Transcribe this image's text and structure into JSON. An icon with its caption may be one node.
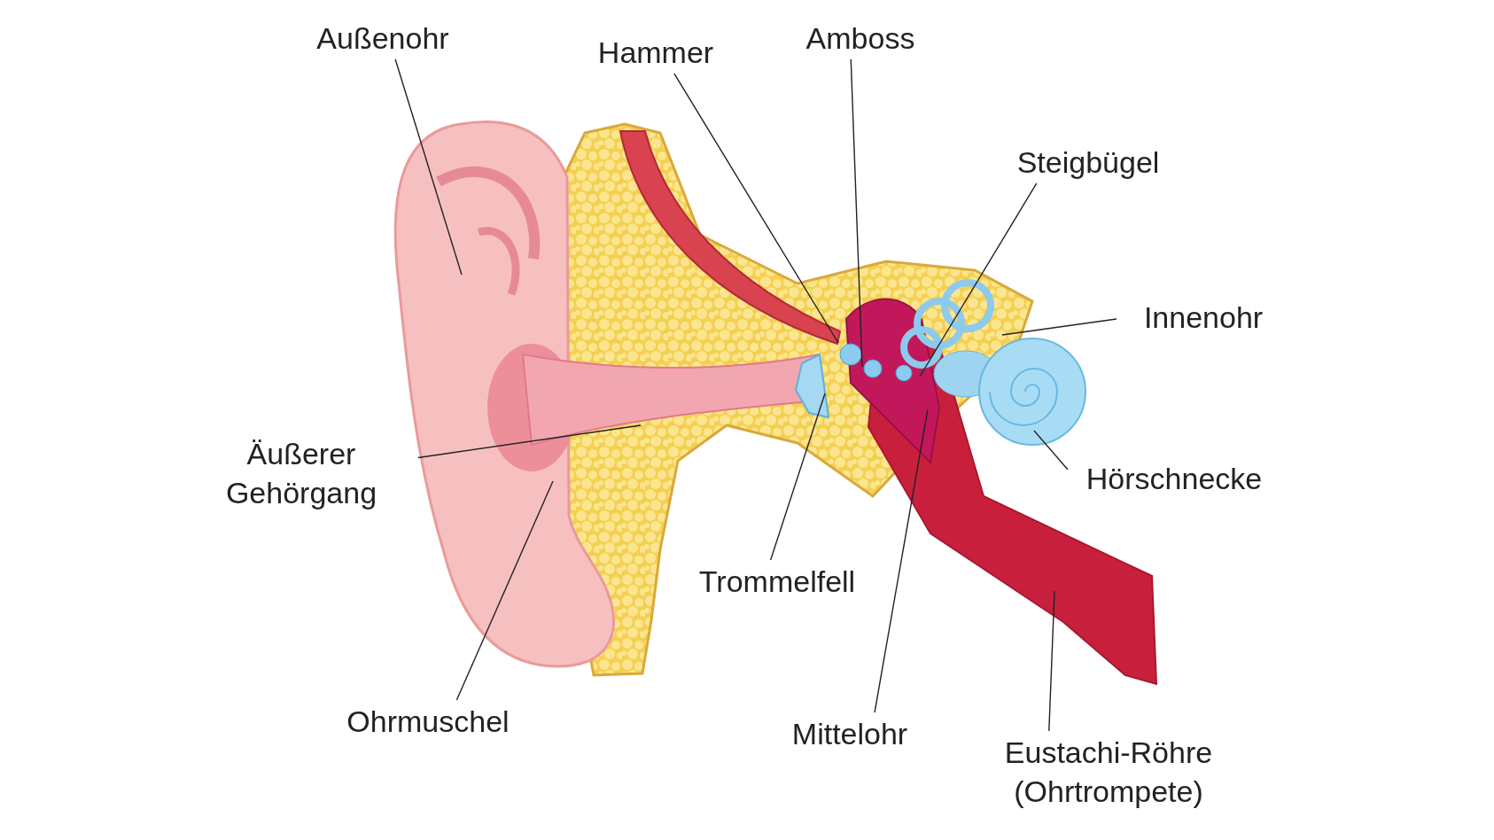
{
  "diagram": {
    "nodes": [
      {
        "text": [
          "Außenohr"
        ]
      },
      {
        "text": [
          "Hammer"
        ]
      },
      {
        "text": [
          "Amboss"
        ]
      },
      {
        "text": [
          "Steigbügel"
        ]
      },
      {
        "text": [
          "Innenohr"
        ]
      },
      {
        "text": [
          "Äußerer Gehörgang"
        ]
      },
      {
        "text": [
          "Hörschnecke"
        ]
      },
      {
        "text": [
          "Trommelfell"
        ]
      },
      {
        "text": [
          "Ohrmuschel"
        ]
      },
      {
        "text": [
          "Mittelohr"
        ]
      },
      {
        "text": [
          "Eustachi-Röhre (Ohrtrompete)"
        ]
      }
    ],
    "edges": [
      {
        "from": 0,
        "to": null,
        "arrow": "none"
      },
      {
        "from": 1,
        "to": null,
        "arrow": "none"
      },
      {
        "from": 2,
        "to": null,
        "arrow": "none"
      },
      {
        "from": 3,
        "to": null,
        "arrow": "none"
      },
      {
        "from": 4,
        "to": null,
        "arrow": "none"
      },
      {
        "from": 5,
        "to": null,
        "arrow": "none"
      },
      {
        "from": 6,
        "to": null,
        "arrow": "none"
      },
      {
        "from": 7,
        "to": null,
        "arrow": "none"
      },
      {
        "from": 8,
        "to": null,
        "arrow": "none"
      },
      {
        "from": 9,
        "to": null,
        "arrow": "none"
      },
      {
        "from": 10,
        "to": null,
        "arrow": "none"
      }
    ]
  }
}
